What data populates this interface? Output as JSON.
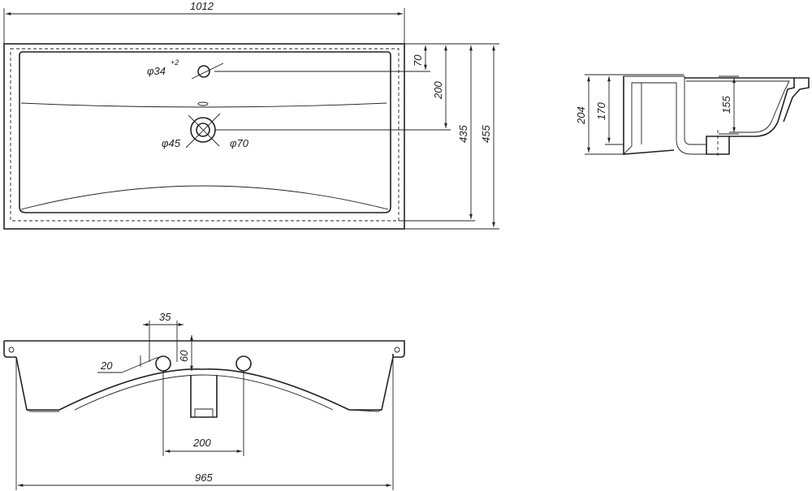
{
  "drawing": {
    "top_view": {
      "overall_width": "1012",
      "tap_hole_prefix": "φ34",
      "tap_hole_tolerance": "+2",
      "drain_inner": "φ45",
      "drain_outer": "φ70",
      "dim_70": "70",
      "dim_200": "200",
      "dim_435": "435",
      "dim_455": "455"
    },
    "side_section": {
      "dim_204": "204",
      "dim_170": "170",
      "dim_155": "155"
    },
    "front_view": {
      "dim_35": "35",
      "dim_60": "60",
      "dim_20": "20",
      "dim_200": "200",
      "overall_width": "965"
    }
  }
}
